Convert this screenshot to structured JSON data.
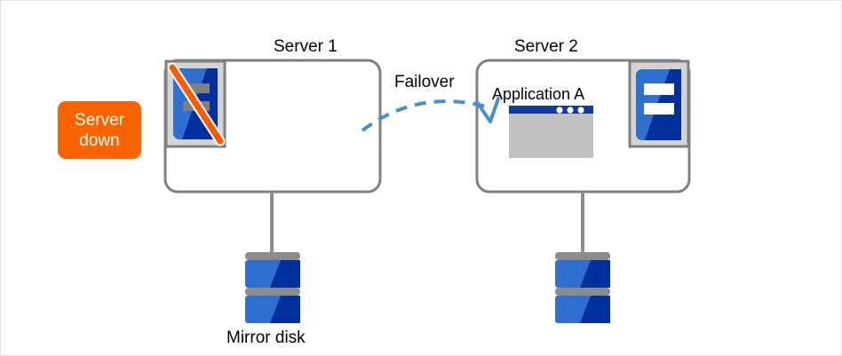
{
  "diagram": {
    "title_server1": "Server 1",
    "title_server2": "Server 2",
    "failover_label": "Failover",
    "application_label": "Application A",
    "mirror_disk_label": "Mirror disk",
    "badge": {
      "line1": "Server",
      "line2": "down"
    },
    "colors": {
      "badge_orange": "#fa6400",
      "box_border_gray": "#808080",
      "arrow_blue": "#4a90c8",
      "server_icon_blue_light": "#2f6fd0",
      "server_icon_blue_dark": "#002f9e",
      "server_icon_frame": "#d4d4d4",
      "server_icon_frame_border": "#808080",
      "disk_blue_light": "#2f6fd0",
      "disk_blue_dark": "#002f9e",
      "disk_band_gray": "#8c8c8c",
      "app_titlebar_blue": "#103a9e",
      "app_body_gray": "#c2c2c2",
      "slash_orange": "#fa5a00",
      "page_border": "#e3e3e3",
      "text_black": "#000000",
      "white": "#ffffff"
    },
    "icons": {
      "server1": "server-down-icon",
      "server2": "server-icon",
      "app": "application-window-icon",
      "disk_left": "mirror-disk-icon",
      "disk_right": "mirror-disk-icon",
      "failover": "failover-arrow-icon"
    }
  }
}
